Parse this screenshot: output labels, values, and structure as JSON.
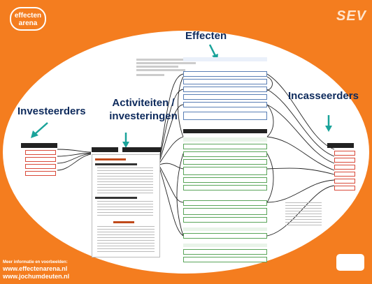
{
  "logo": {
    "line1": "effecten",
    "line2": "arena"
  },
  "brand": "SEV",
  "headings": {
    "investeerders": "Investeerders",
    "activiteiten_line1": "Activiteiten /",
    "activiteiten_line2": "investeringen",
    "effecten": "Effecten",
    "incasseerders": "Incasseerders"
  },
  "footer": {
    "caption": "Meer informatie en voorbeelden:",
    "url1": "www.effectenarena.nl",
    "url2": "www.jochumdeuten.nl"
  },
  "colors": {
    "frame": "#f47d1f",
    "heading": "#0d2a5c",
    "arrow": "#1aa39a",
    "line": "#222222"
  }
}
